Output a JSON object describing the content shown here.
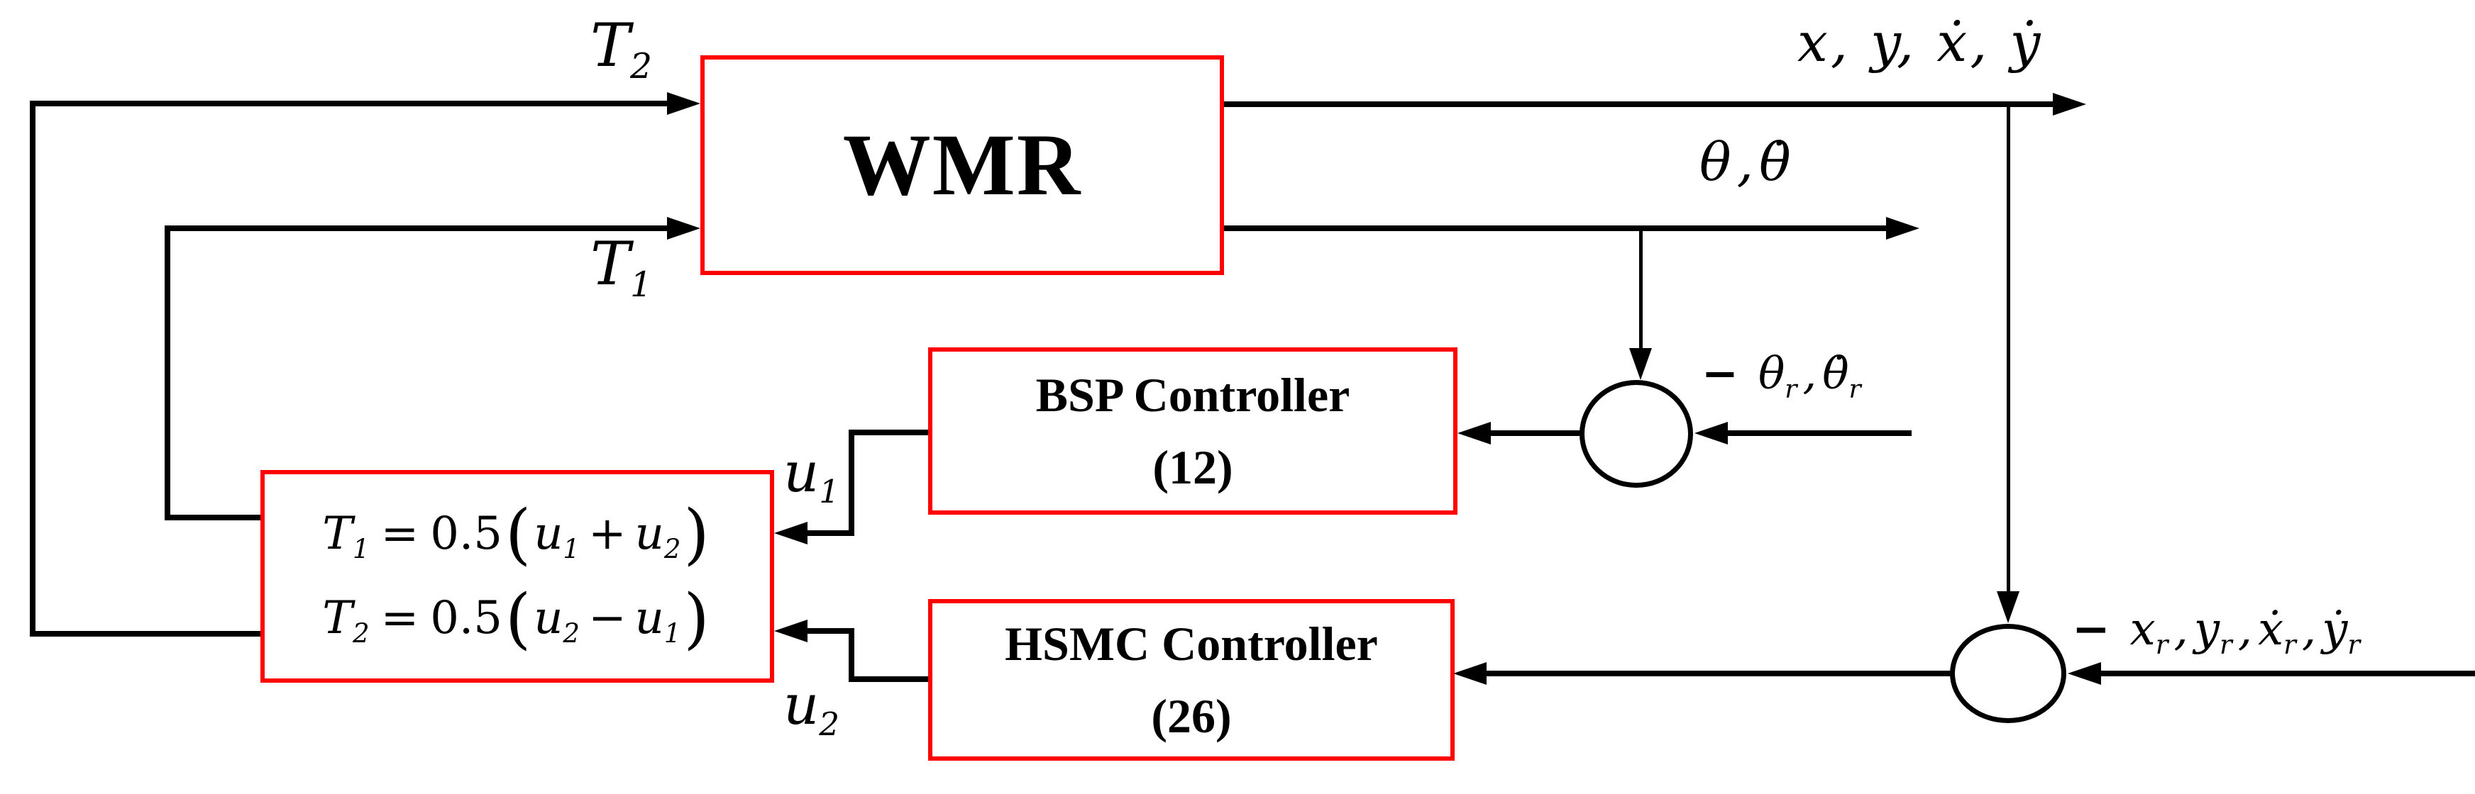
{
  "diagram": {
    "blocks": {
      "wmr": {
        "label": "WMR"
      },
      "bsp": {
        "line1": "BSP Controller",
        "line2": "(12)"
      },
      "hsmc": {
        "line1": "HSMC Controller",
        "line2": "(26)"
      },
      "torque_equations": {
        "eq1": {
          "lhs": "T",
          "lhs_sub": "1",
          "equals": "=",
          "coef": "0.5",
          "lparen": "(",
          "term1": "u",
          "term1_sub": "1",
          "operator": "+",
          "term2": "u",
          "term2_sub": "2",
          "rparen": ")"
        },
        "eq2": {
          "lhs": "T",
          "lhs_sub": "2",
          "equals": "=",
          "coef": "0.5",
          "lparen": "(",
          "term1": "u",
          "term1_sub": "2",
          "operator": "−",
          "term2": "u",
          "term2_sub": "1",
          "rparen": ")"
        }
      }
    },
    "signals": {
      "T2": {
        "base": "T",
        "sub": "2"
      },
      "T1": {
        "base": "T",
        "sub": "1"
      },
      "u1": {
        "base": "u",
        "sub": "1"
      },
      "u2": {
        "base": "u",
        "sub": "2"
      },
      "pose_output": "x, y, ẋ, ẏ",
      "heading_output": {
        "base1": "θ",
        "comma": ",",
        "base2": "θ̇"
      },
      "heading_ref": {
        "minus": "−",
        "base1": "θ",
        "sub1": "r",
        "comma": ",",
        "base2": "θ̇",
        "sub2": "r"
      },
      "pose_ref": {
        "minus": "−",
        "base1": "x",
        "sub1": "r",
        "comma1": ",",
        "base2": "y",
        "sub2": "r",
        "comma2": ",",
        "base3": "ẋ",
        "sub3": "r",
        "comma3": ",",
        "base4": "ẏ",
        "sub4": "r"
      }
    },
    "colors": {
      "block_border": "#ff0000",
      "line": "#000000",
      "background": "#ffffff"
    }
  }
}
